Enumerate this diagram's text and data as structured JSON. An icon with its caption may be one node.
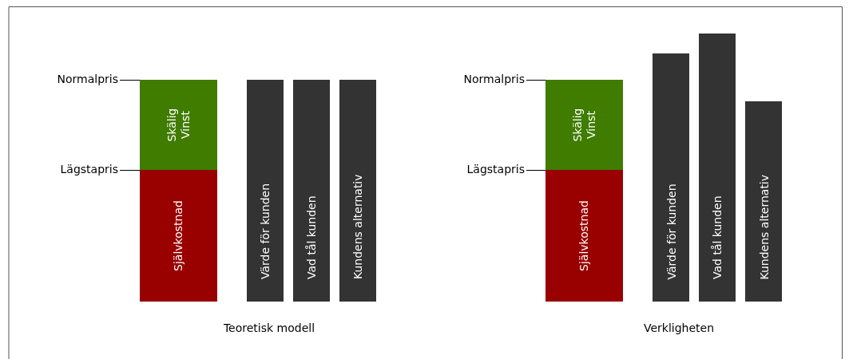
{
  "diagram": {
    "nodes": [
      {
        "text": [
          "Skälig Vinst"
        ]
      },
      {
        "text": [
          "Självkostnad"
        ]
      },
      {
        "text": [
          "Värde för kunden"
        ]
      },
      {
        "text": [
          "Vad tål kunden"
        ]
      },
      {
        "text": [
          "Kundens alternativ"
        ]
      },
      {
        "text": [
          "Skälig Vinst"
        ]
      },
      {
        "text": [
          "Självkostnad"
        ]
      },
      {
        "text": [
          "Värde för kunden"
        ]
      },
      {
        "text": [
          "Vad tål kunden"
        ]
      },
      {
        "text": [
          "Kundens alternativ"
        ]
      }
    ],
    "edges": [],
    "labels": [
      "Normalpris",
      "Lägstapris",
      "Normalpris",
      "Lägstapris",
      "Teoretisk modell",
      "Verkligheten"
    ]
  }
}
